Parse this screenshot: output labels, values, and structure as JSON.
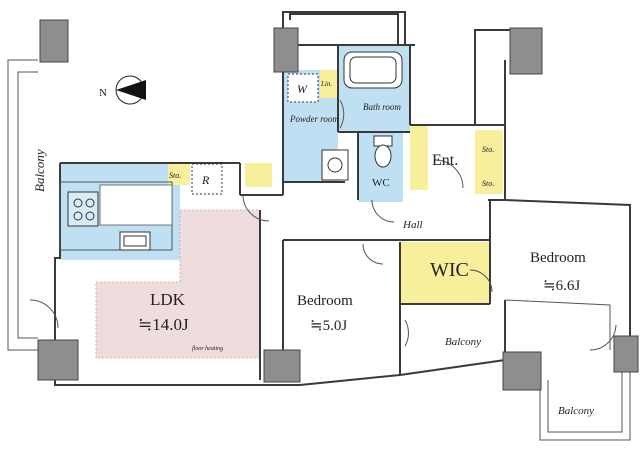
{
  "north": {
    "label": "N"
  },
  "colors": {
    "wet_area": "#bfe0f2",
    "storage": "#f7ef9b",
    "floor_heating": "#efdcdc",
    "column": "#8e8e8e",
    "wall": "#3a3a3a"
  },
  "rooms": {
    "balcony_left": {
      "label": "Balcony"
    },
    "ldk": {
      "label": "LDK",
      "size": "≒14.0J",
      "note": "floor heating"
    },
    "bedroom_center": {
      "label": "Bedroom",
      "size": "≒5.0J"
    },
    "bedroom_right": {
      "label": "Bedroom",
      "size": "≒6.6J"
    },
    "wic": {
      "label": "WIC"
    },
    "balcony_mid": {
      "label": "Balcony"
    },
    "balcony_bottom_right": {
      "label": "Balcony"
    },
    "powder_room": {
      "label": "Powder room"
    },
    "bath_room": {
      "label": "Bath room"
    },
    "wc": {
      "label": "WC"
    },
    "entrance": {
      "label": "Ent."
    },
    "hall": {
      "label": "Hall"
    },
    "washer": {
      "label": "W"
    },
    "sto_kitchen": {
      "label": "Sto."
    },
    "sto_ent_top": {
      "label": "Sto."
    },
    "sto_ent_bottom": {
      "label": "Sto."
    },
    "refrigerator": {
      "label": "R"
    },
    "linen": {
      "label": "Lin."
    }
  }
}
